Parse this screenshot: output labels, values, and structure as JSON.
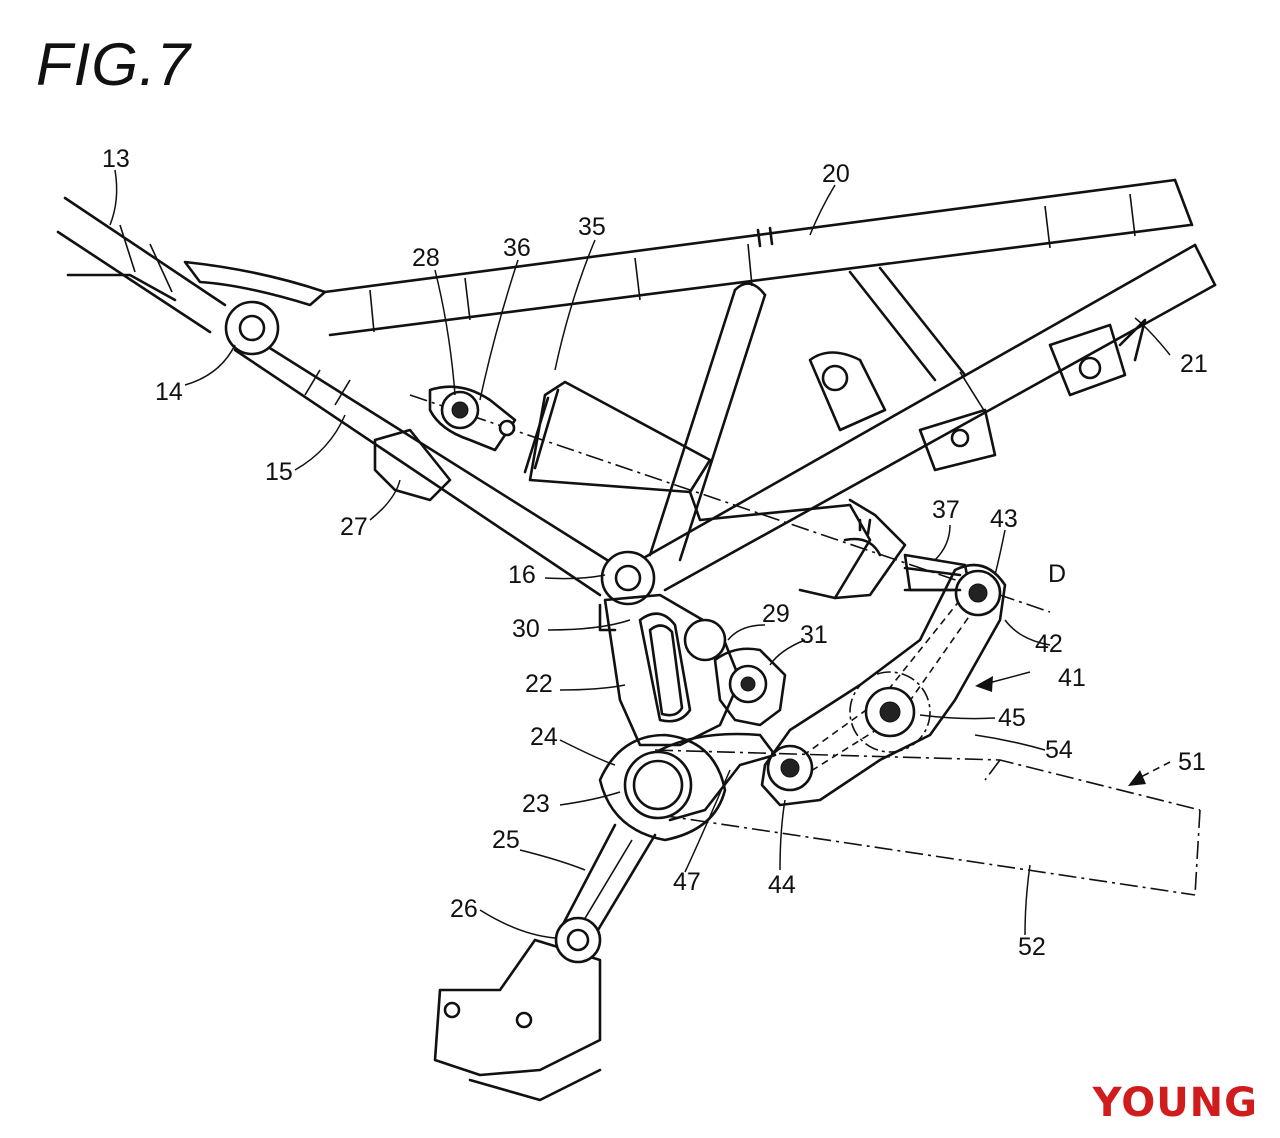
{
  "figure": {
    "title": "FIG.7",
    "labels": [
      "13",
      "20",
      "21",
      "14",
      "15",
      "27",
      "28",
      "36",
      "35",
      "16",
      "30",
      "22",
      "24",
      "23",
      "25",
      "26",
      "29",
      "31",
      "37",
      "43",
      "D",
      "42",
      "41",
      "45",
      "54",
      "51",
      "47",
      "44",
      "52"
    ]
  },
  "watermark": {
    "text": "YOUNG",
    "color": "#d01c1c"
  }
}
